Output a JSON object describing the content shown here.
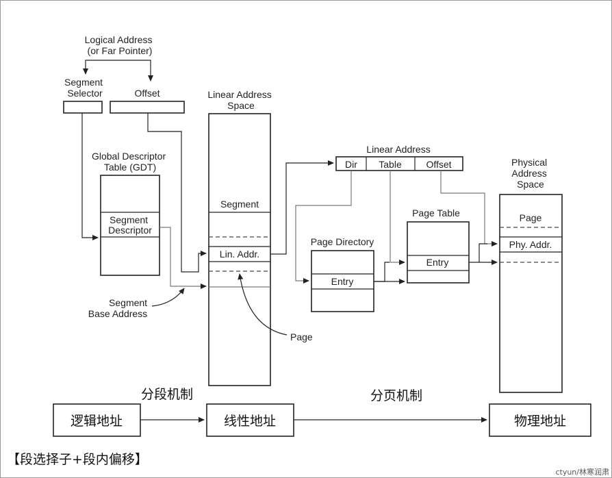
{
  "labels": {
    "logical_address": [
      "Logical Address",
      "(or Far Pointer)"
    ],
    "segment_selector": [
      "Segment",
      "Selector"
    ],
    "offset": "Offset",
    "linear_address_space": [
      "Linear Address",
      "Space"
    ],
    "gdt": [
      "Global Descriptor",
      "Table (GDT)"
    ],
    "segment_descriptor": [
      "Segment",
      "Descriptor"
    ],
    "segment_base_address": [
      "Segment",
      "Base Address"
    ],
    "segment": "Segment",
    "lin_addr": "Lin. Addr.",
    "page_pointer": "Page",
    "linear_address": "Linear Address",
    "dir": "Dir",
    "table": "Table",
    "offset_field": "Offset",
    "page_directory": "Page Directory",
    "pd_entry": "Entry",
    "page_table": "Page Table",
    "pt_entry": "Entry",
    "physical_address_space": [
      "Physical",
      "Address",
      "Space"
    ],
    "phys_page": "Page",
    "phy_addr": "Phy. Addr."
  },
  "flow": {
    "segmentation_label": "分段机制",
    "paging_label": "分页机制",
    "logical_box": "逻辑地址",
    "linear_box": "线性地址",
    "physical_box": "物理地址"
  },
  "caption": "【段选择子+段内偏移】",
  "watermark": "ctyun/林寒润肃"
}
